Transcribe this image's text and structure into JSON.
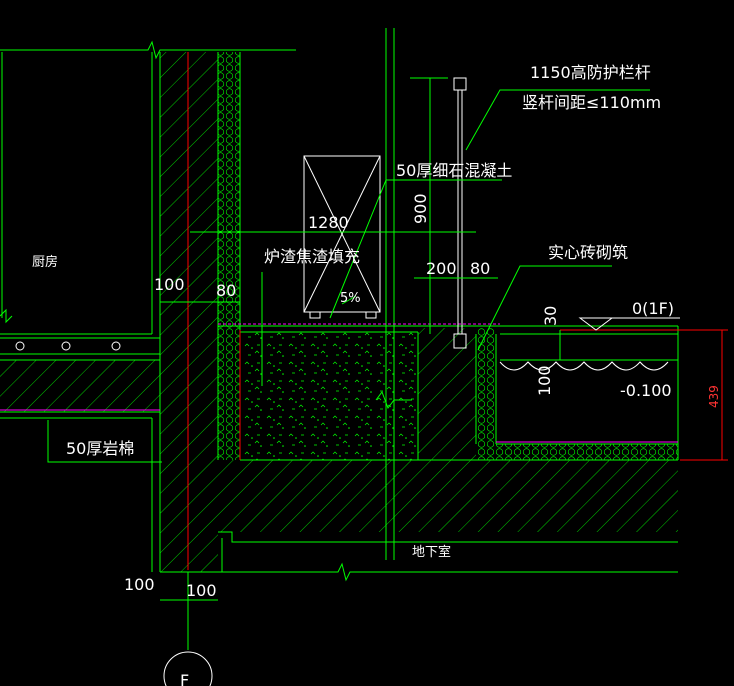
{
  "labels": {
    "guardrail_height": "1150高防护栏杆",
    "baluster_spacing": "竖杆间距≤110mm",
    "fine_concrete": "50厚细石混凝土",
    "slag_fill": "炉渣焦渣填充",
    "solid_brick": "实心砖砌筑",
    "kitchen": "厨房",
    "rock_wool": "50厚岩棉",
    "basement": "地下室",
    "slope": "5%",
    "level_zero": "0(1F)",
    "level_minus": "-0.100"
  },
  "dimensions": {
    "d1280": "1280",
    "d900": "900",
    "d200": "200",
    "d80_top": "80",
    "d100_left": "100",
    "d80_left": "80",
    "d30": "30",
    "d100_step": "100",
    "d439": "439",
    "d100_bottom_left": "100",
    "d100_bottom": "100"
  },
  "axis": {
    "bubble_label": "F"
  },
  "colors": {
    "background": "#000000",
    "lines": "#00ff00",
    "text": "#ffffff",
    "accent": "#ff0000",
    "insulation": "#ff00ff"
  }
}
